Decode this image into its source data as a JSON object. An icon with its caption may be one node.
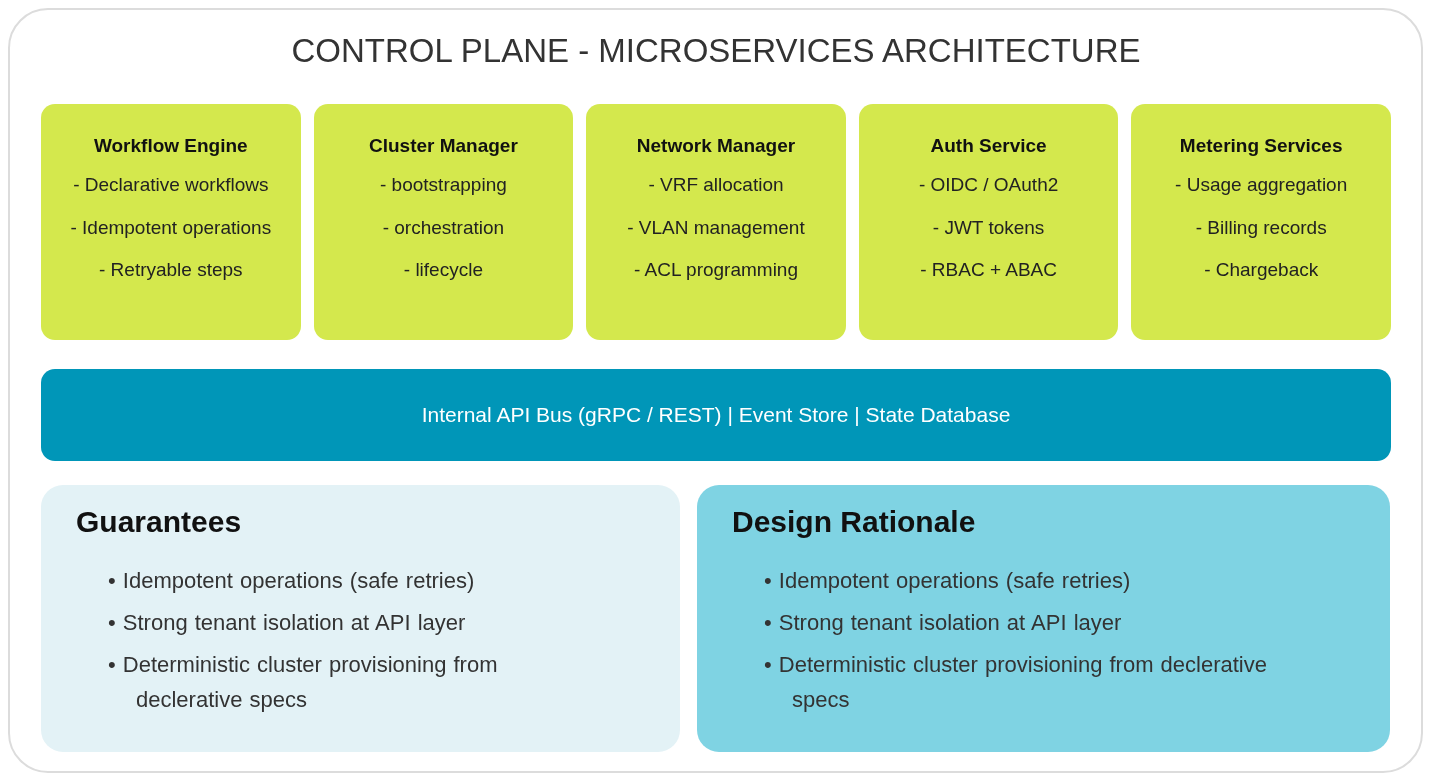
{
  "diagram": {
    "nodes": [
      {
        "text": [
          "CONTROL PLANE - MICROSERVICES ARCHITECTURE"
        ]
      },
      {
        "text": [
          "Workflow Engine",
          "- Declarative workflows",
          "- Idempotent operations",
          "- Retryable steps"
        ],
        "in": 0
      },
      {
        "text": [
          "Cluster Manager",
          "- bootstrapping",
          "- orchestration",
          "- lifecycle"
        ],
        "in": 0
      },
      {
        "text": [
          "Network Manager",
          "- VRF allocation",
          "- VLAN management",
          "- ACL programming"
        ],
        "in": 0
      },
      {
        "text": [
          "Auth Service",
          "- OIDC / OAuth2",
          "- JWT tokens",
          "- RBAC + ABAC"
        ],
        "in": 0
      },
      {
        "text": [
          "Metering Services",
          "- Usage aggregation",
          "- Billing records",
          "- Chargeback"
        ],
        "in": 0
      },
      {
        "text": [
          "Internal API Bus (gRPC / REST) | Event Store | State Database"
        ],
        "in": 0
      },
      {
        "text": [
          "Guarantees",
          "• Idempotent operations (safe retries)",
          "• Strong tenant isolation at API layer",
          "• Deterministic cluster provisioning from declerative specs"
        ],
        "in": 0
      },
      {
        "text": [
          "Design Rationale",
          "• Idempotent operations (safe retries)",
          "• Strong tenant isolation at API layer",
          "• Deterministic cluster provisioning from declerative specs"
        ],
        "in": 0
      }
    ],
    "edges": []
  }
}
